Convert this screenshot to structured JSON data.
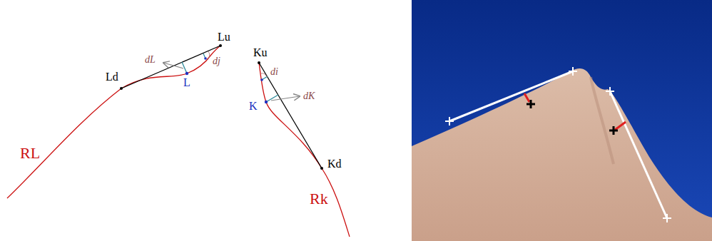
{
  "diagram": {
    "labels": [
      "Lu",
      "Ld",
      "L",
      "dL",
      "dj",
      "RL",
      "Ku",
      "di",
      "K",
      "dK",
      "Kd",
      "Rk"
    ]
  }
}
